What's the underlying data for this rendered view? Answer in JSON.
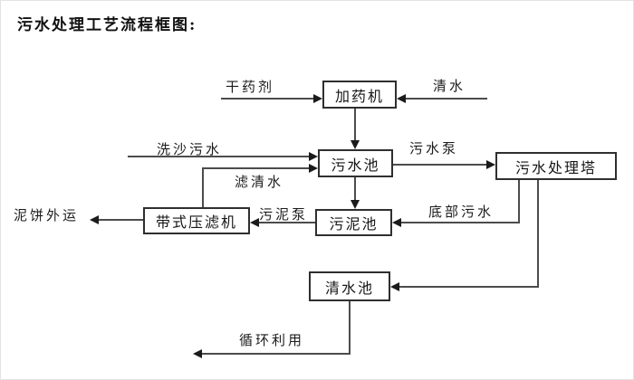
{
  "title": "污水处理工艺流程框图:",
  "nodes": {
    "dosing_machine": {
      "label": "加药机"
    },
    "sewage_pool": {
      "label": "污水池"
    },
    "treatment_tower": {
      "label": "污水处理塔"
    },
    "sludge_pool": {
      "label": "污泥池"
    },
    "belt_filter_press": {
      "label": "带式压滤机"
    },
    "clean_water_pool": {
      "label": "清水池"
    }
  },
  "labels": {
    "dry_agent": "干药剂",
    "clean_water": "清水",
    "sand_wash_sewage": "洗沙污水",
    "sewage_pump": "污水泵",
    "filtered_water": "滤清水",
    "sludge_pump": "污泥泵",
    "bottom_sewage": "底部污水",
    "mud_cake_out": "泥饼外运",
    "recycle_use": "循环利用"
  },
  "colors": {
    "ink": "#1a1a1a",
    "line": "#4c4c4c",
    "box_border": "#2f2f2f",
    "background": "#ffffff"
  }
}
